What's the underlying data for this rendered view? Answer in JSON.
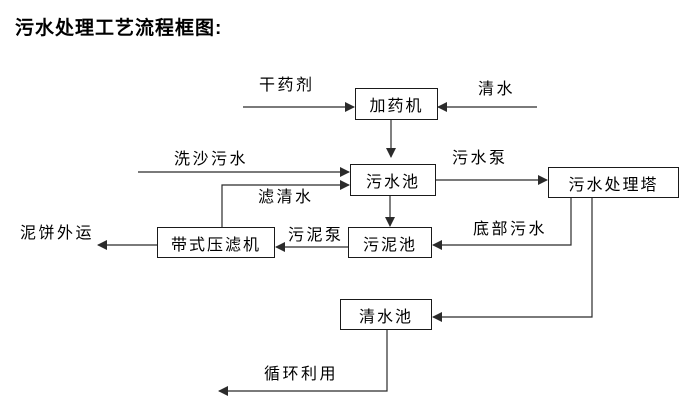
{
  "title": "污水处理工艺流程框图:",
  "diagram": {
    "type": "flowchart",
    "nodes": {
      "dosing_machine": {
        "label": "加药机"
      },
      "sewage_pool": {
        "label": "污水池"
      },
      "treatment_tower": {
        "label": "污水处理塔"
      },
      "belt_filter_press": {
        "label": "带式压滤机"
      },
      "sludge_pool": {
        "label": "污泥池"
      },
      "clean_water_pool": {
        "label": "清水池"
      }
    },
    "edge_labels": {
      "dry_agent": "干药剂",
      "clean_water": "清水",
      "sand_washing_sewage": "洗沙污水",
      "filtered_water": "滤清水",
      "sewage_pump": "污水泵",
      "sludge_pump": "污泥泵",
      "mud_cake_out": "泥饼外运",
      "bottom_sewage": "底部污水",
      "recycle_use": "循环利用"
    },
    "flows": [
      {
        "from": "干药剂",
        "to": "加药机"
      },
      {
        "from": "清水",
        "to": "加药机"
      },
      {
        "from": "加药机",
        "to": "污水池"
      },
      {
        "from": "洗沙污水",
        "to": "污水池"
      },
      {
        "from": "带式压滤机",
        "to": "污水池",
        "label": "滤清水"
      },
      {
        "from": "污水池",
        "to": "污水处理塔",
        "label": "污水泵"
      },
      {
        "from": "污水池",
        "to": "污泥池"
      },
      {
        "from": "污泥池",
        "to": "带式压滤机",
        "label": "污泥泵"
      },
      {
        "from": "带式压滤机",
        "to": "泥饼外运"
      },
      {
        "from": "污水处理塔",
        "to": "污泥池",
        "label": "底部污水"
      },
      {
        "from": "污水处理塔",
        "to": "清水池"
      },
      {
        "from": "清水池",
        "to": "循环利用"
      }
    ],
    "colors": {
      "line": "#2b2b2b",
      "box_border": "#1a1a1a",
      "text": "#000000",
      "background": "#ffffff"
    }
  }
}
